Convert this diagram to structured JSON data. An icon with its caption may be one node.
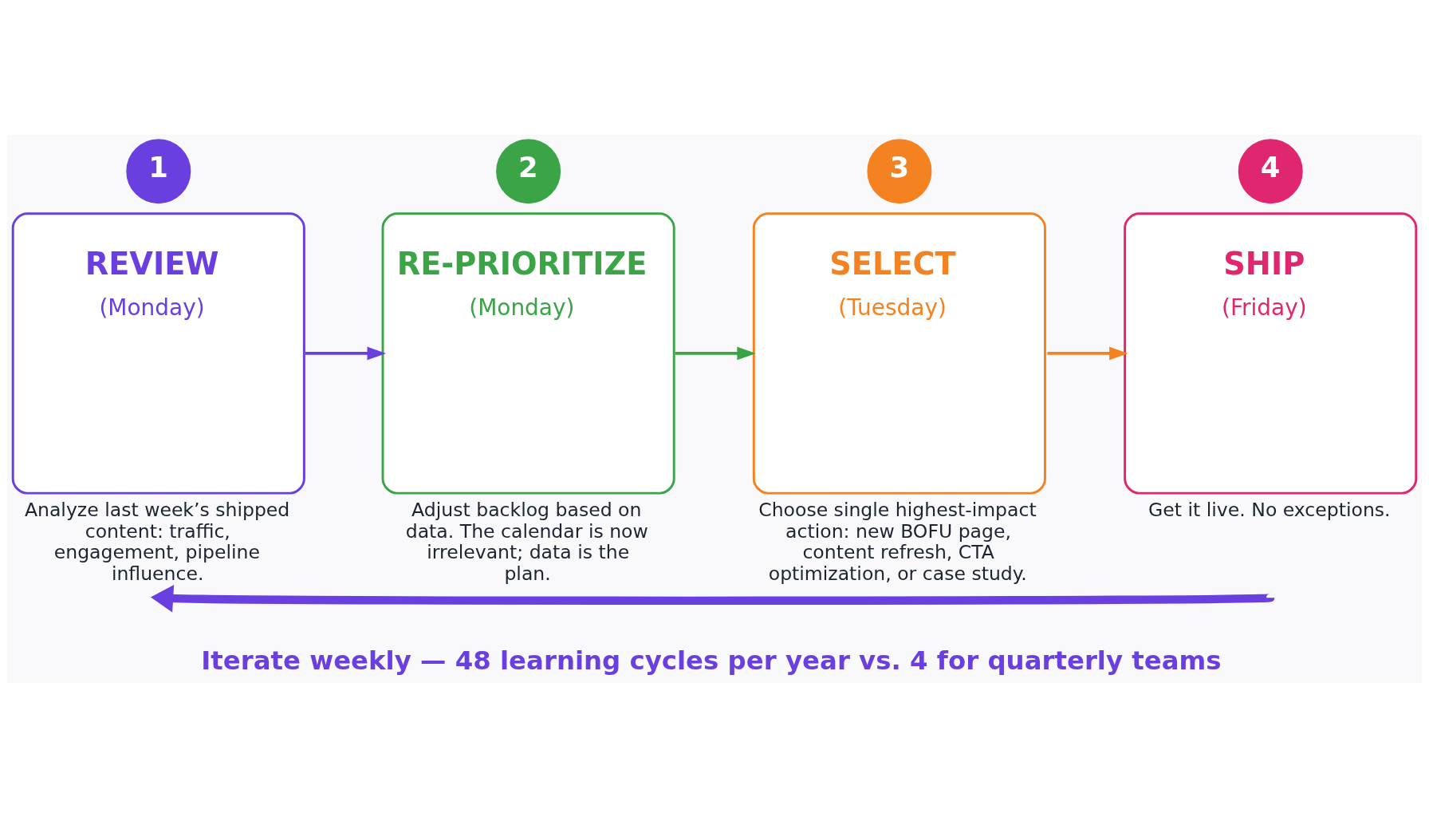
{
  "diagram": {
    "nodes": [
      {
        "text": [
          "1"
        ]
      },
      {
        "text": [
          "REVIEW",
          "(Monday)"
        ],
        "beside": [
          "Analyze last week’s shipped content: traffic, engagement, pipeline influence."
        ]
      },
      {
        "text": [
          "2"
        ]
      },
      {
        "text": [
          "RE-PRIORITIZE",
          "(Monday)"
        ],
        "beside": [
          "Adjust backlog based on data. The calendar is now irrelevant; data is the plan."
        ]
      },
      {
        "text": [
          "3"
        ]
      },
      {
        "text": [
          "SELECT",
          "(Tuesday)"
        ],
        "beside": [
          "Choose single highest-impact action: new BOFU page, content refresh, CTA optimization, or case study."
        ]
      },
      {
        "text": [
          "4"
        ]
      },
      {
        "text": [
          "SHIP",
          "(Friday)"
        ],
        "beside": [
          "Get it live. No exceptions."
        ]
      }
    ],
    "edges": [
      {
        "from": 1,
        "to": 3,
        "arrow": "to",
        "color": "#6a3fe0"
      },
      {
        "from": 3,
        "to": 5,
        "arrow": "to",
        "color": "#3aa447"
      },
      {
        "from": 5,
        "to": 7,
        "arrow": "to",
        "color": "#f58220"
      },
      {
        "from": 7,
        "to": 1,
        "arrow": "to",
        "style": "thick",
        "color": "#6a3fe0",
        "label": "Iterate weekly — 48 learning cycles per year vs. 4 for quarterly teams"
      }
    ]
  }
}
